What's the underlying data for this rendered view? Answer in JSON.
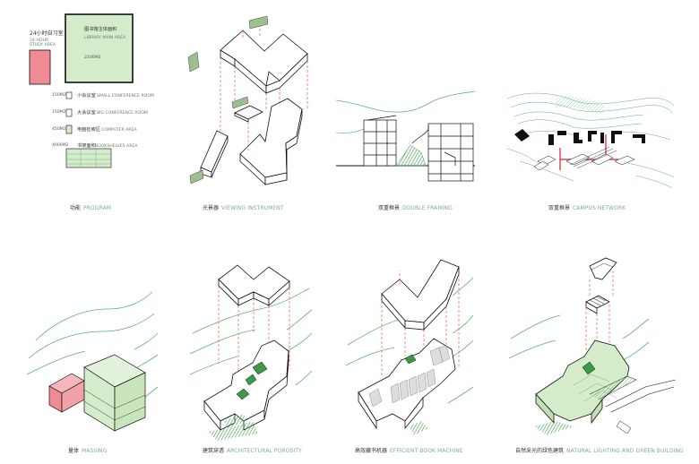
{
  "program": {
    "study_area": {
      "zh": "24小时自习室",
      "en_line1": "24-HOUR",
      "en_line2": "STUDY AREA"
    },
    "main_area": {
      "zh": "图书馆主体面积",
      "en": "LIBRARY MAIN AREA",
      "area": "2100M2"
    },
    "legend": [
      {
        "area": "150M2",
        "zh": "小会议室",
        "en": "SMALL CONFERENCE ROOM"
      },
      {
        "area": "150M2",
        "zh": "大会议室",
        "en": "BIG CONFERENCE ROOM"
      },
      {
        "area": "450M2",
        "zh": "电脑检索区",
        "en": "COMPUTER AREA"
      },
      {
        "area": "4000M2",
        "zh": "书架面积",
        "en": "BOOKSHELVES AREA"
      }
    ]
  },
  "captions": [
    {
      "zh": "功能",
      "en": "PROGRAM"
    },
    {
      "zh": "光景器",
      "en": "VIEWING INSTRUMENT"
    },
    {
      "zh": "双重框景",
      "en": "DOUBLE FRAMING"
    },
    {
      "zh": "双重框景",
      "en": "CAMPUS NETWORK"
    },
    {
      "zh": "量体",
      "en": "MASSING"
    },
    {
      "zh": "建筑穿透",
      "en": "ARCHITECTURAL POROSITY"
    },
    {
      "zh": "高效藏书机器",
      "en": "EFFICIENT BOOK MACHINE"
    },
    {
      "zh": "自然采光的绿色建筑",
      "en": "NATURAL LIGHTING AND GREEN BUILDING"
    }
  ],
  "colors": {
    "green_fill": "#d4ecc9",
    "green_line": "#5fb072",
    "red_fill": "#f08a93",
    "red_dash": "#e0443e",
    "dark_green": "#3a9a4a"
  }
}
